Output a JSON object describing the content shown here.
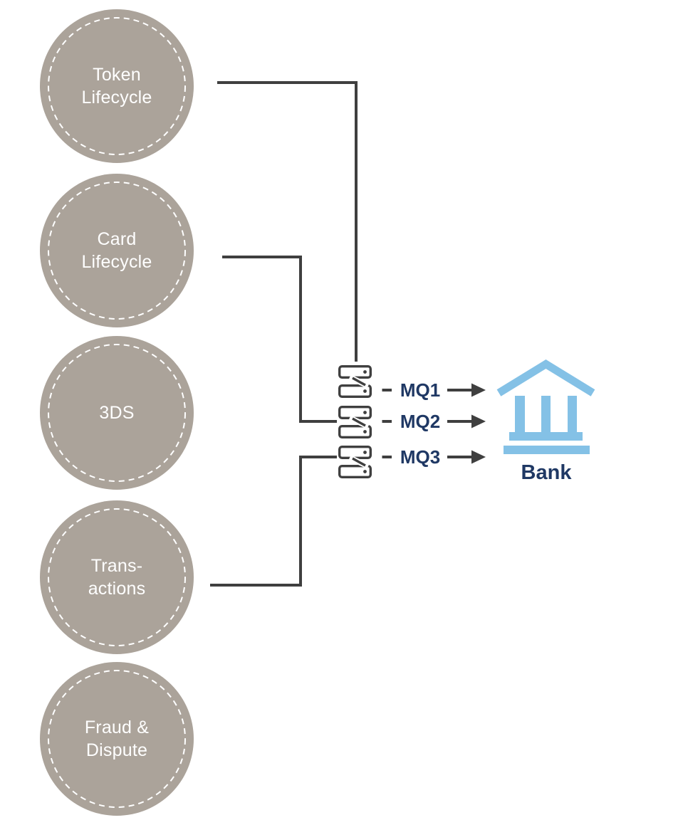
{
  "diagram": {
    "nodes": [
      {
        "id": "token-lifecycle",
        "label": "Token\nLifecycle"
      },
      {
        "id": "card-lifecycle",
        "label": "Card\nLifecycle"
      },
      {
        "id": "3ds",
        "label": "3DS"
      },
      {
        "id": "transactions",
        "label": "Trans-\nactions"
      },
      {
        "id": "fraud-dispute",
        "label": "Fraud &\nDispute"
      }
    ],
    "queues": [
      {
        "id": "mq1",
        "label": "MQ1"
      },
      {
        "id": "mq2",
        "label": "MQ2"
      },
      {
        "id": "mq3",
        "label": "MQ3"
      }
    ],
    "bank": {
      "label": "Bank"
    },
    "icons": {
      "queue": "server-stack-icon",
      "bank": "bank-building-icon",
      "arrow": "right-arrow-icon"
    },
    "connections": [
      {
        "from": "token-lifecycle",
        "to": "mq1"
      },
      {
        "from": "card-lifecycle",
        "to": "mq2"
      },
      {
        "from": "transactions",
        "to": "mq3"
      },
      {
        "from": "mq1",
        "to": "bank"
      },
      {
        "from": "mq2",
        "to": "bank"
      },
      {
        "from": "mq3",
        "to": "bank"
      }
    ],
    "colors": {
      "node_fill": "#ABA39A",
      "node_text": "#FFFFFF",
      "connector": "#3F3F3F",
      "queue_label": "#1F3864",
      "bank_icon": "#84C1E6",
      "bank_label": "#1F3864"
    }
  }
}
